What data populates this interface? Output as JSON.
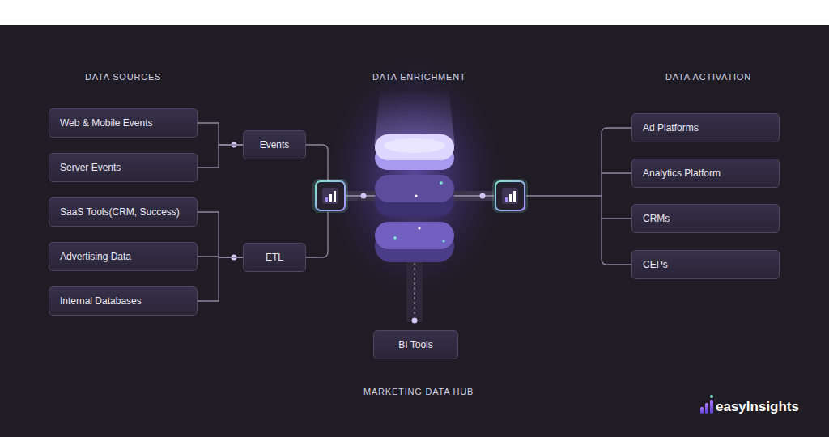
{
  "diagram": {
    "nodes": [
      {
        "text": [
          "Web & Mobile Events"
        ]
      },
      {
        "text": [
          "Server Events"
        ]
      },
      {
        "text": [
          "SaaS Tools(CRM, Success)"
        ]
      },
      {
        "text": [
          "Advertising Data"
        ]
      },
      {
        "text": [
          "Internal Databases"
        ]
      },
      {
        "text": [
          "Events"
        ]
      },
      {
        "text": [
          "ETL"
        ]
      },
      {
        "text": [
          "Ad Platforms"
        ]
      },
      {
        "text": [
          "Analytics Platform"
        ]
      },
      {
        "text": [
          "CRMs"
        ]
      },
      {
        "text": [
          "CEPs"
        ]
      },
      {
        "text": [
          "BI Tools"
        ]
      }
    ],
    "edges": [
      {
        "from": 0,
        "to": 5,
        "arrow": "none"
      },
      {
        "from": 1,
        "to": 5,
        "arrow": "none"
      },
      {
        "from": 2,
        "to": 6,
        "arrow": "none"
      },
      {
        "from": 3,
        "to": 6,
        "arrow": "none"
      },
      {
        "from": 4,
        "to": 6,
        "arrow": "none"
      }
    ],
    "labels": [
      "DATA SOURCES",
      "DATA ENRICHMENT",
      "DATA ACTIVATION",
      "MARKETING DATA HUB",
      "easyInsights"
    ]
  }
}
